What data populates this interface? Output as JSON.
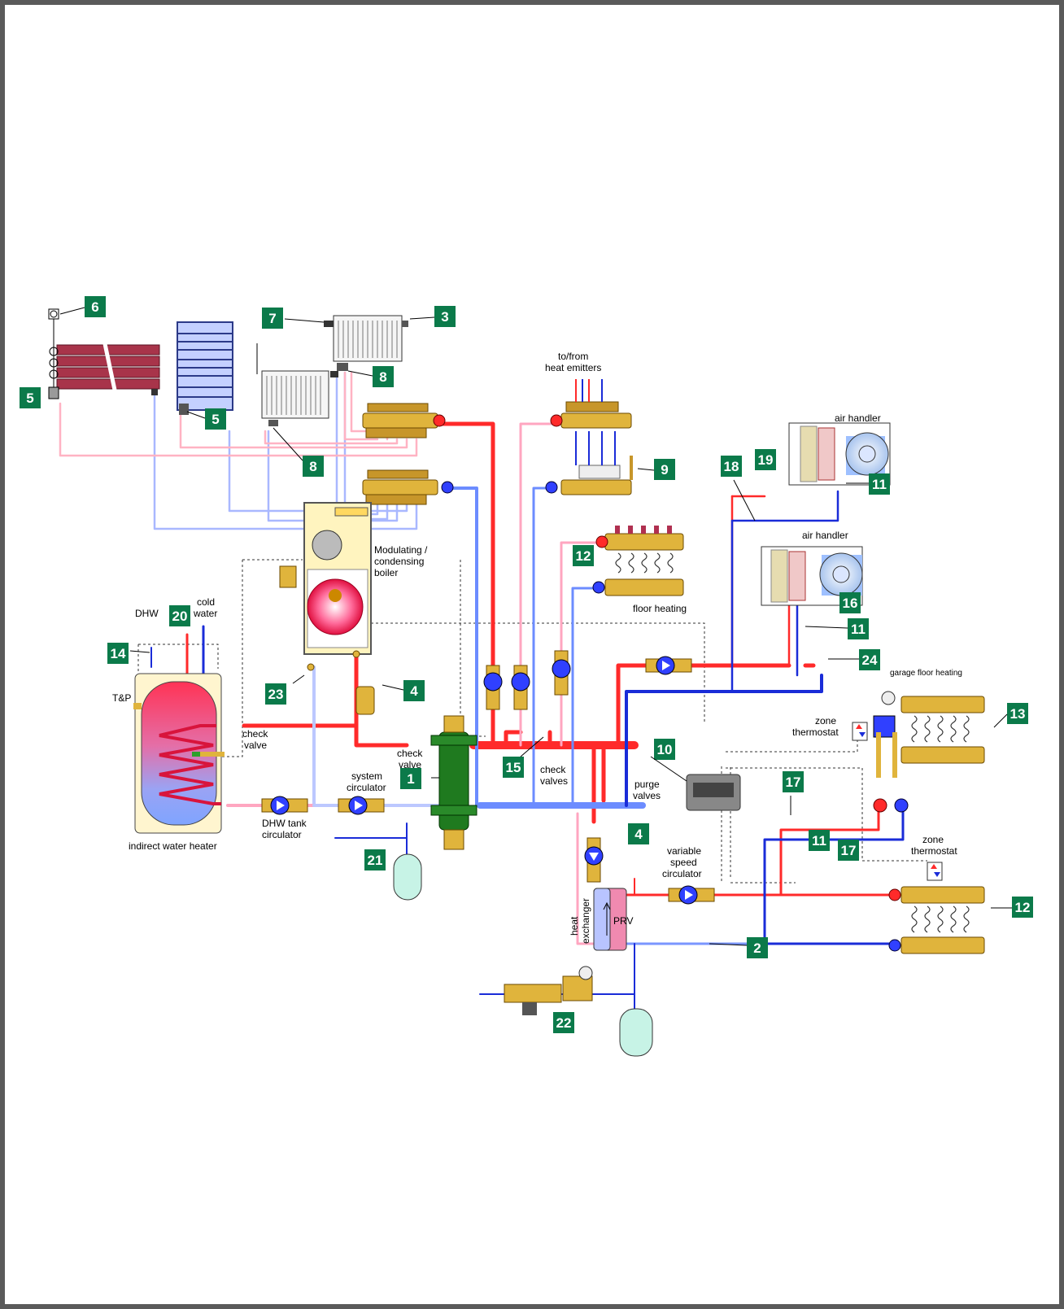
{
  "colors": {
    "frame": "#5a5a5a",
    "badge": "#0b7a4a",
    "hot": "#ff2a2a",
    "hot_light": "#ffa6b8",
    "cold": "#1a2cd8",
    "cold_light": "#7a96ff",
    "cold_pale": "#bcc8ff",
    "brass": "#e0b43c",
    "boiler": "#fff4bf",
    "tank_shell": "#fff5cf",
    "expansion": "#c7f3e6",
    "hydrosep": "#1f7a1f"
  },
  "badges": [
    "1",
    "2",
    "3",
    "4",
    "4",
    "5",
    "5",
    "6",
    "7",
    "8",
    "8",
    "9",
    "10",
    "11",
    "11",
    "11",
    "11",
    "12",
    "12",
    "13",
    "14",
    "15",
    "16",
    "17",
    "17",
    "18",
    "19",
    "20",
    "21",
    "22",
    "23",
    "24"
  ],
  "labels": {
    "to_from": "to/from",
    "heat_emitters": "heat emitters",
    "air_handler_1": "air handler",
    "air_handler_2": "air handler",
    "boiler_1": "Modulating /",
    "boiler_2": "condensing",
    "boiler_3": "boiler",
    "floor_heating": "floor heating",
    "garage_floor_heating": "garage floor heating",
    "dhw": "DHW",
    "cold_water_1": "cold",
    "cold_water_2": "water",
    "tp": "T&P",
    "check_valve_1a": "check",
    "check_valve_1b": "valve",
    "check_valve_2a": "check",
    "check_valve_2b": "valve",
    "check_valves_a": "check",
    "check_valves_b": "valves",
    "system_circ_1": "system",
    "system_circ_2": "circulator",
    "purge_1": "purge",
    "purge_2": "valves",
    "zone_thermo_1a": "zone",
    "zone_thermo_1b": "thermostat",
    "zone_thermo_2a": "zone",
    "zone_thermo_2b": "thermostat",
    "variable_1": "variable",
    "variable_2": "speed",
    "variable_3": "circulator",
    "dhw_tank_1": "DHW tank",
    "dhw_tank_2": "circulator",
    "indirect": "indirect water heater",
    "heat_exchanger_1": "heat",
    "heat_exchanger_2": "exchanger",
    "prv": "PRV"
  }
}
